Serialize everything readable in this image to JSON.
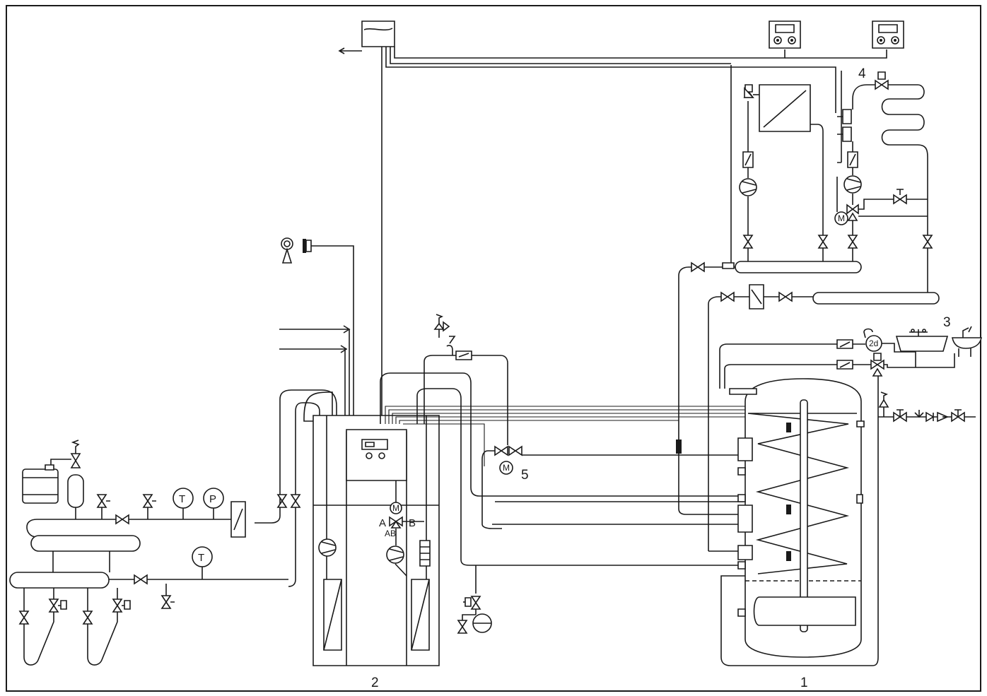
{
  "labels": {
    "storage_tank": "1",
    "heat_pump": "2",
    "hot_water_outlets": "3",
    "heating_circuit": "4",
    "mixing_valve": "5"
  },
  "symbols": {
    "thermometer": "T",
    "pressure_gauge": "P",
    "motor": "M",
    "port_a": "A",
    "port_b": "B",
    "port_ab": "AB",
    "thermostat_2d": "2d"
  },
  "icons": [
    "solar-antenna-icon",
    "expansion-vessel-icon",
    "pump-icon",
    "three-way-valve-icon",
    "shutoff-valve-icon",
    "safety-valve-icon",
    "room-controller-icon",
    "bathtub-icon",
    "sink-icon"
  ]
}
